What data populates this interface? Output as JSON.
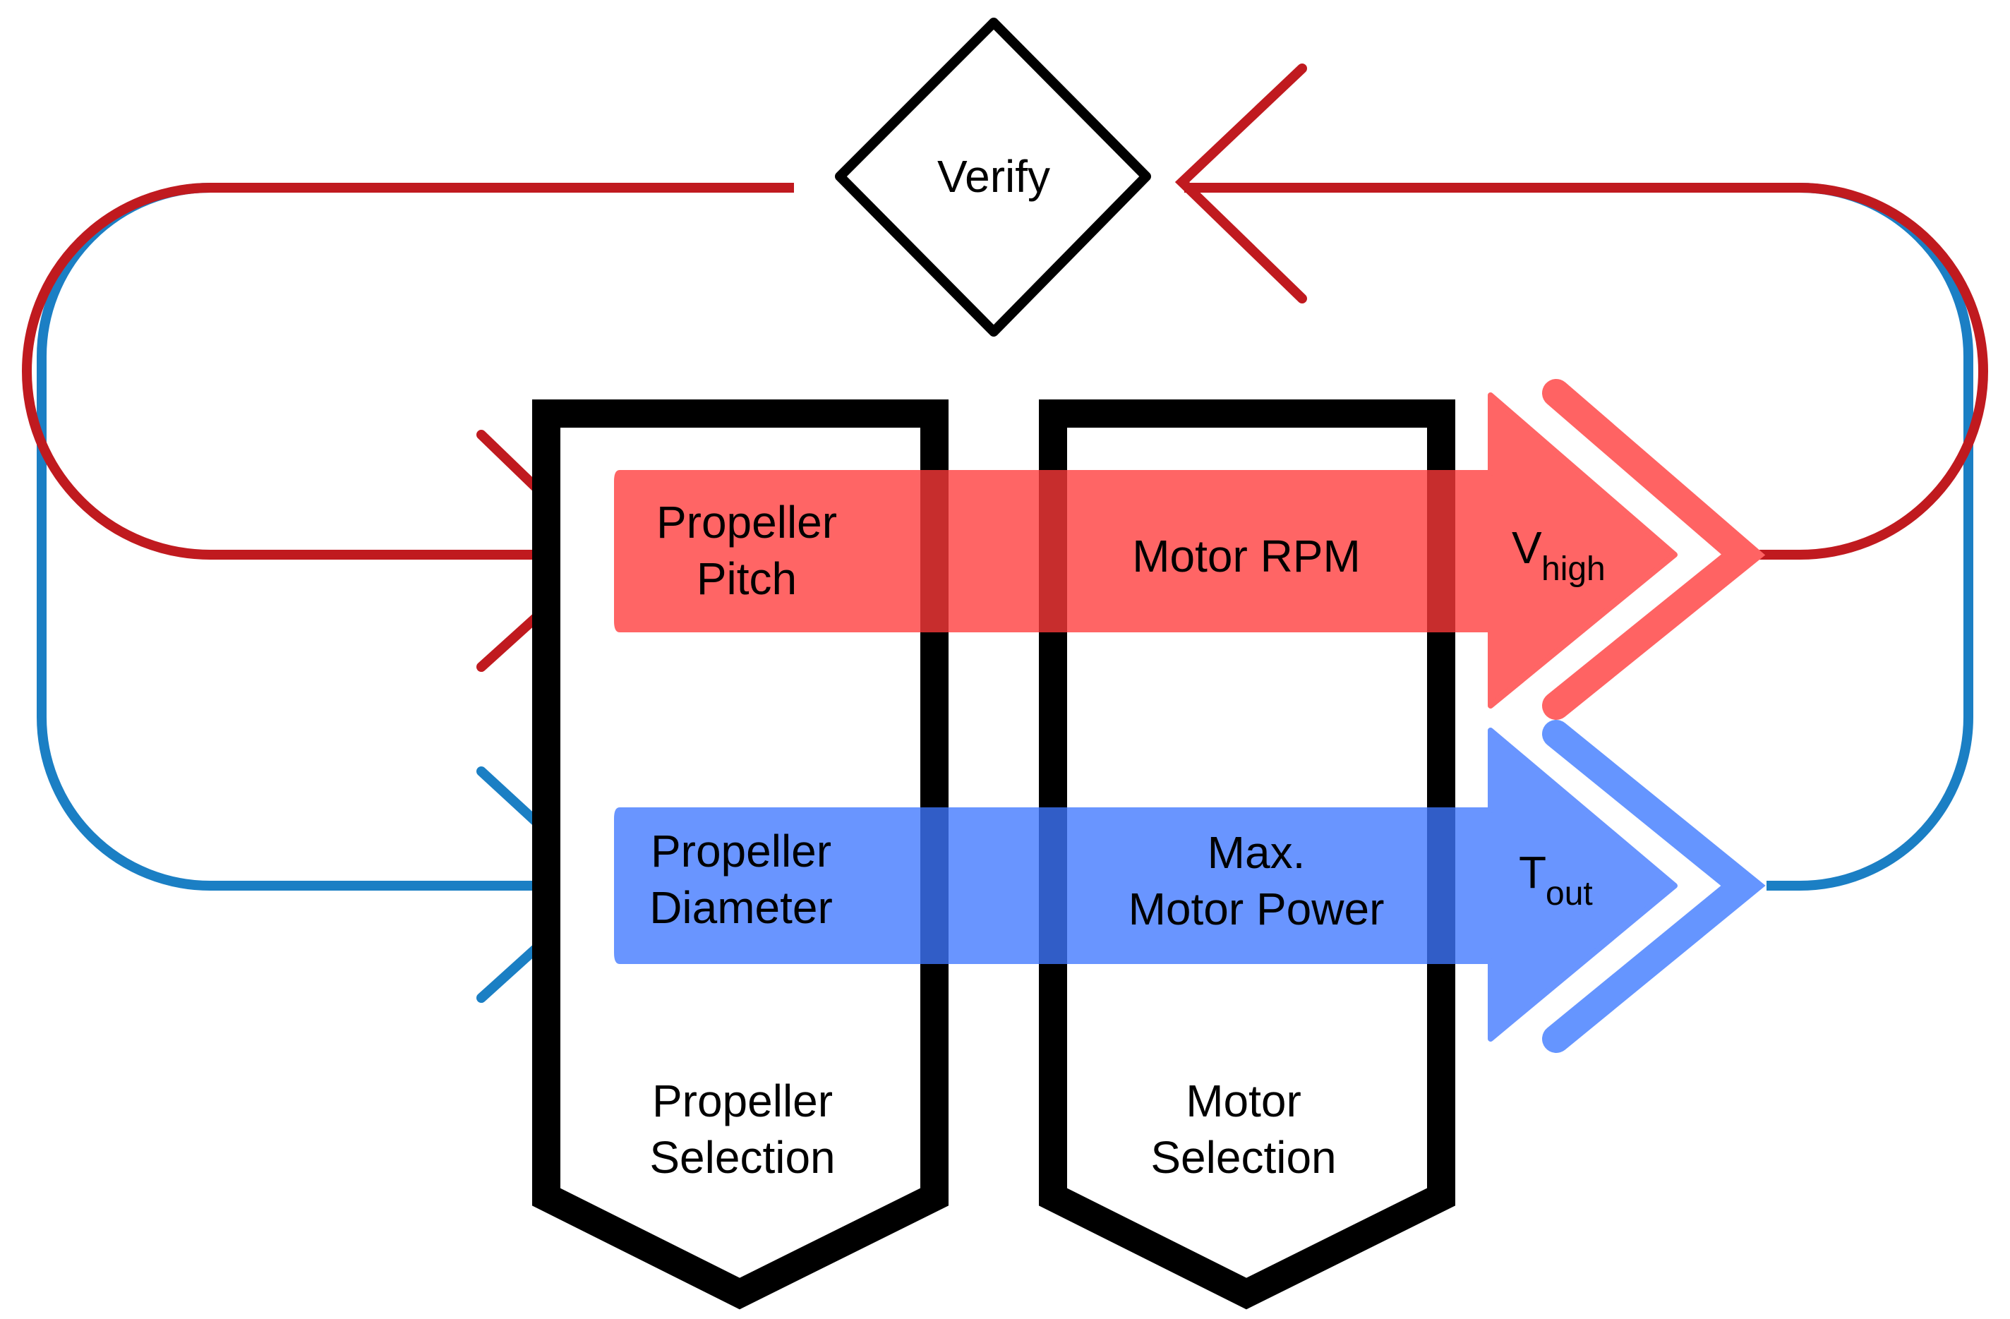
{
  "verify": {
    "label": "Verify"
  },
  "columns": {
    "propeller": {
      "line1": "Propeller",
      "line2": "Selection"
    },
    "motor": {
      "line1": "Motor",
      "line2": "Selection"
    }
  },
  "rows": {
    "top": {
      "color": "#ff6363",
      "loop_color": "#c01a1f",
      "propeller_param": {
        "line1": "Propeller",
        "line2": "Pitch"
      },
      "motor_param": "Motor RPM",
      "output": {
        "symbol": "V",
        "subscript": "high"
      }
    },
    "bottom": {
      "color": "#6595ff",
      "loop_color": "#1b7fc4",
      "propeller_param": {
        "line1": "Propeller",
        "line2": "Diameter"
      },
      "motor_param": {
        "line1": "Max.",
        "line2": "Motor Power"
      },
      "output": {
        "symbol": "T",
        "subscript": "out"
      }
    }
  }
}
